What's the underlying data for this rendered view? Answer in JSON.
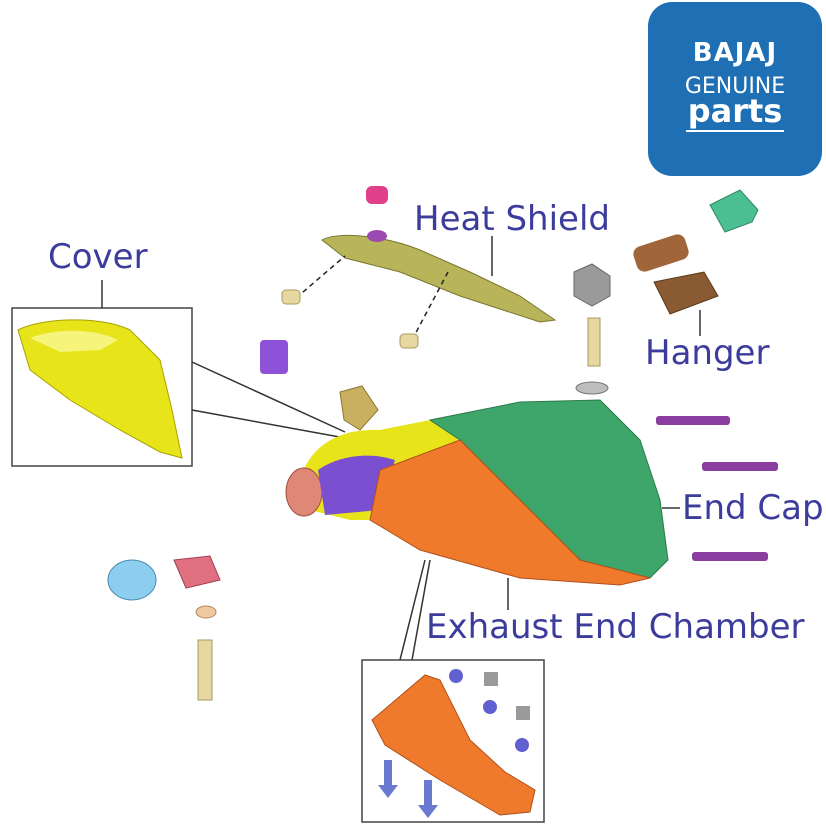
{
  "labels": {
    "heat_shield": "Heat Shield",
    "cover": "Cover",
    "hanger": "Hanger",
    "end_cap": "End Cap",
    "exhaust_end_chamber": "Exhaust End Chamber"
  },
  "logo": {
    "brand": "BAJAJ",
    "line1": "GENUINE",
    "line2": "parts",
    "color": "#1e6fb4"
  },
  "colors": {
    "label_text": "#3c3c9c",
    "cover_part": "#e8e41a",
    "heat_shield_part": "#b8b45a",
    "end_cap_part": "#3ea66a",
    "chamber_part": "#f07a2c",
    "bolt": "#8a3fa0",
    "hanger_bush": "#8a5a32"
  }
}
